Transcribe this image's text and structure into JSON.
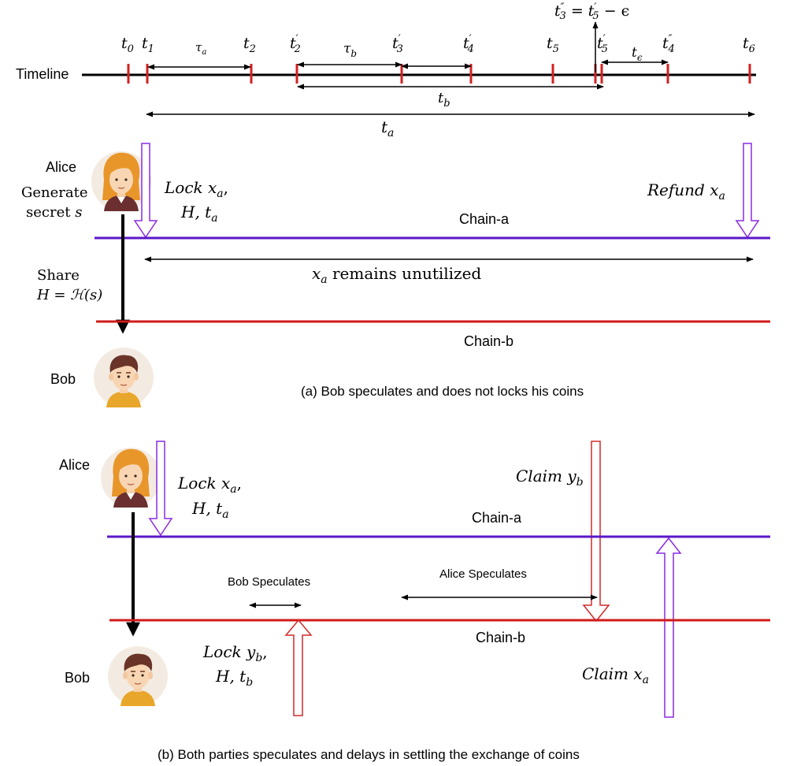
{
  "colors": {
    "tick": "#d32020",
    "chain_a": "#5b17c9",
    "chain_b": "#d11a1a",
    "arrow_purple": "#8a2be2",
    "arrow_red": "#d22a2a",
    "ink": "#000000"
  },
  "timeline": {
    "label": "Timeline",
    "ticks": [
      {
        "main": "t",
        "sub": "0"
      },
      {
        "main": "t",
        "sub": "1"
      },
      {
        "main": "t",
        "sub": "2"
      },
      {
        "main": "t",
        "sup": "′",
        "sub": "2"
      },
      {
        "main": "t",
        "sup": "′",
        "sub": "3"
      },
      {
        "main": "t",
        "sup": "′",
        "sub": "4"
      },
      {
        "main": "t",
        "sub": "5"
      },
      {
        "main": "t",
        "sup": "′",
        "sub": "5"
      },
      {
        "main": "t",
        "sup": "″",
        "sub": "4"
      },
      {
        "main": "t",
        "sub": "6"
      }
    ],
    "interval_labels": {
      "tau_a": {
        "main": "τ",
        "sub": "a"
      },
      "tau_b": {
        "main": "τ",
        "sub": "b"
      },
      "t_eps": {
        "main": "t",
        "sub": "ϵ"
      },
      "t_b": {
        "main": "t",
        "sub": "b"
      },
      "t_a": {
        "main": "t",
        "sub": "a"
      }
    },
    "top_eq": {
      "lhs_sub": "3",
      "rhs_sub": "5",
      "tail": " − ϵ"
    }
  },
  "panel_a": {
    "alice": "Alice",
    "generate_line1": "Generate",
    "generate_line2": "secret",
    "secret_var": "s",
    "lock_line1": "Lock ",
    "lock_var": "x",
    "lock_sub": "a",
    "lock_line2": "H, t",
    "lock_line2_sub": "a",
    "refund": "Refund ",
    "refund_var": "x",
    "refund_sub": "a",
    "chain_a": "Chain-a",
    "unutil_var": "x",
    "unutil_sub": "a",
    "unutil_text": " remains unutilized",
    "share": "Share",
    "share_eq": "H = ℋ(s)",
    "chain_b": "Chain-b",
    "bob": "Bob",
    "caption": "(a) Bob speculates and does not locks his coins"
  },
  "panel_b": {
    "alice": "Alice",
    "lock_a_line1": "Lock ",
    "lock_a_var": "x",
    "lock_a_sub": "a",
    "lock_a_line2": "H, t",
    "lock_a_line2_sub": "a",
    "claim_y": "Claim ",
    "claim_y_var": "y",
    "claim_y_sub": "b",
    "chain_a": "Chain-a",
    "bob_spec": "Bob Speculates",
    "alice_spec": "Alice Speculates",
    "chain_b": "Chain-b",
    "lock_b_line1": "Lock ",
    "lock_b_var": "y",
    "lock_b_sub": "b",
    "lock_b_line2": "H, t",
    "lock_b_line2_sub": "b",
    "claim_x": "Claim ",
    "claim_x_var": "x",
    "claim_x_sub": "a",
    "bob": "Bob",
    "caption": "(b) Both parties speculates and delays in settling the exchange of coins"
  }
}
